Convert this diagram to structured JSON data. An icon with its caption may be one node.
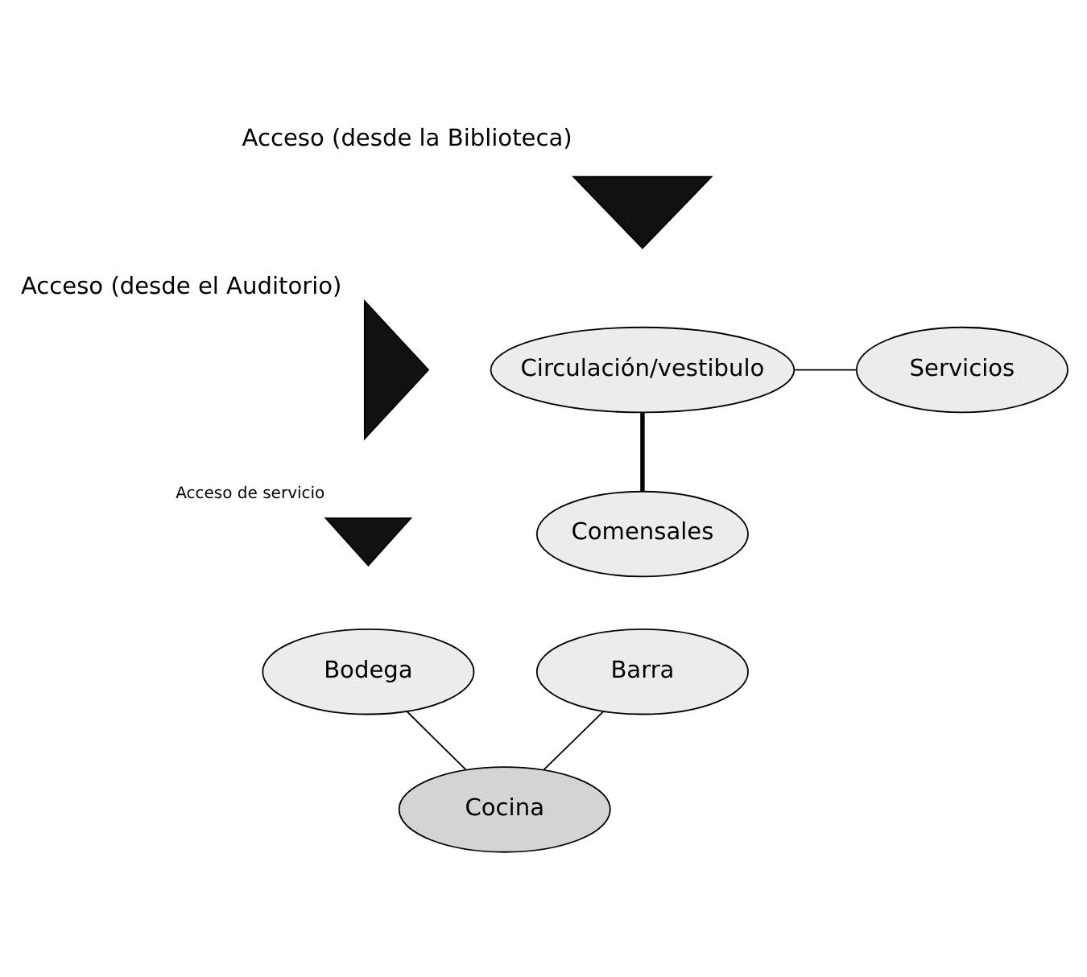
{
  "diagram": {
    "nodes": [
      {
        "text": [
          "Acceso (desde el Auditorio)"
        ]
      },
      {
        "text": [
          "Acceso (desde la Biblioteca)"
        ]
      },
      {
        "text": [
          "Circulación/vestibulo"
        ]
      },
      {
        "text": [
          "Servicios"
        ]
      },
      {
        "text": [
          "Comensales"
        ]
      },
      {
        "text": [
          "Acceso de servicio"
        ]
      },
      {
        "text": [
          "Barra"
        ]
      },
      {
        "text": [
          "Bodega"
        ]
      },
      {
        "text": [
          "Cocina"
        ]
      }
    ],
    "edges": [
      {
        "from": 2,
        "to": 3,
        "arrow": "none"
      },
      {
        "from": 2,
        "to": 4,
        "arrow": "none",
        "style": "thick"
      },
      {
        "from": 6,
        "to": 8,
        "arrow": "none"
      },
      {
        "from": 7,
        "to": 8,
        "arrow": "none"
      }
    ]
  }
}
